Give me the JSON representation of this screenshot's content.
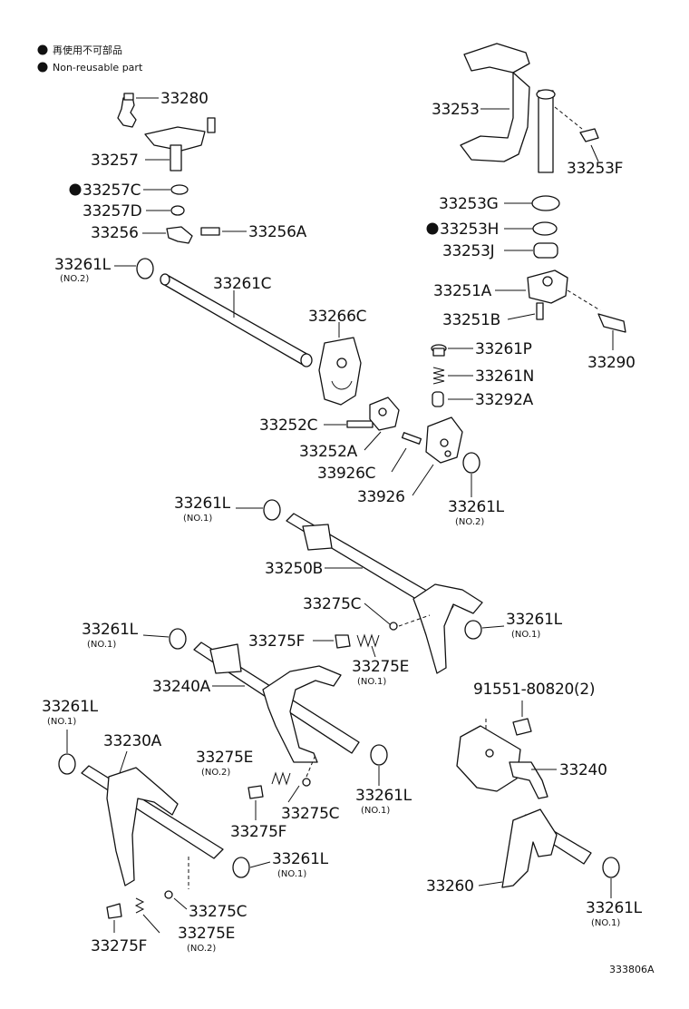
{
  "legend": {
    "jp": "再使用不可部品",
    "en": "Non-reusable part"
  },
  "labels": {
    "p33280": "33280",
    "p33257": "33257",
    "p33257c": "33257C",
    "p33257d": "33257D",
    "p33256": "33256",
    "p33256a": "33256A",
    "p33261l_a": "33261L",
    "p33261c": "33261C",
    "p33266c": "33266C",
    "p33252c": "33252C",
    "p33252a": "33252A",
    "p33926c": "33926C",
    "p33926": "33926",
    "p33253": "33253",
    "p33253f": "33253F",
    "p33253g": "33253G",
    "p33253h": "33253H",
    "p33253j": "33253J",
    "p33251a": "33251A",
    "p33251b": "33251B",
    "p33261p": "33261P",
    "p33261n": "33261N",
    "p33292a": "33292A",
    "p33290": "33290",
    "p33261l_b": "33261L",
    "p33261l_c": "33261L",
    "p33250b": "33250B",
    "p33275c_a": "33275C",
    "p33261l_d": "33261L",
    "p33261l_e": "33261L",
    "p33275f_a": "33275F",
    "p33275e_a": "33275E",
    "p33240a": "33240A",
    "p91551": "91551-80820(2)",
    "p33261l_f": "33261L",
    "p33230a": "33230A",
    "p33275e_b": "33275E",
    "p33240": "33240",
    "p33261l_g": "33261L",
    "p33275f_b": "33275F",
    "p33275c_b": "33275C",
    "p33261l_h": "33261L",
    "p33260": "33260",
    "p33275c_c": "33275C",
    "p33275e_c": "33275E",
    "p33275f_c": "33275F",
    "p33261l_i": "33261L"
  },
  "subs": {
    "no2": "(NO.2)",
    "no1": "(NO.1)"
  },
  "diagram_code": "333806A"
}
